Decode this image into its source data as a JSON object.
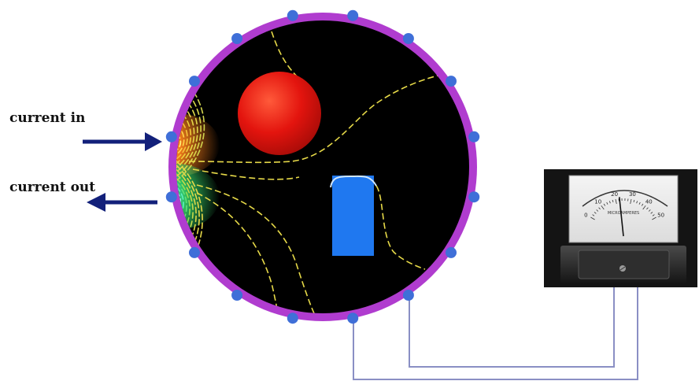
{
  "labels": {
    "current_in": "current in",
    "current_out": "current out"
  },
  "meter": {
    "scale_numbers": [
      "0",
      "10",
      "20",
      "30",
      "40",
      "50"
    ],
    "unit_text": "MICROAMPERES",
    "needle_fraction": 0.45
  },
  "colors": {
    "ring": "#b03ccf",
    "electrode": "#3f6fd8",
    "arrow": "#12207a",
    "medium": "#000000",
    "sphere": "#e3140e",
    "block": "#1f78f0",
    "equipotential": "#e6d948",
    "wire": "#8a8fc4"
  },
  "icons": {
    "meter": "analog-ammeter-icon",
    "arrow_in": "arrow-right-icon",
    "arrow_out": "arrow-left-icon"
  }
}
